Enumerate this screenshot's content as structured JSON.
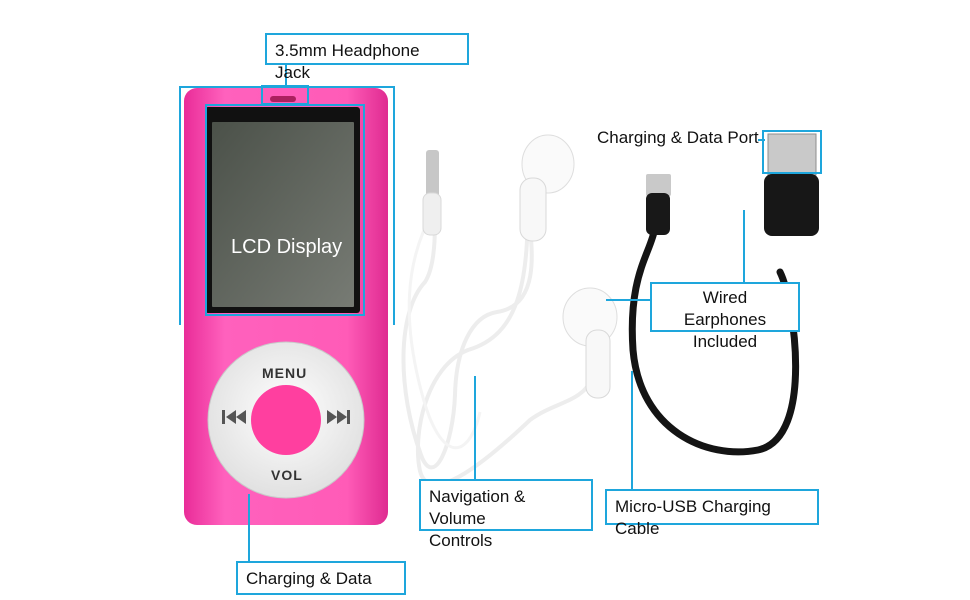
{
  "labels": {
    "headphone_jack": "3.5mm Headphone Jack",
    "lcd_display": "LCD Display",
    "charging_port": "Charging & Data Port",
    "wired_earphones_line1": "Wired Earphones",
    "wired_earphones_line2": "Included",
    "navigation_line1": "Navigation & Volume",
    "navigation_line2": "Controls",
    "micro_usb": "Micro-USB Charging Cable",
    "charging_data": "Charging & Data"
  },
  "player": {
    "menu": "MENU",
    "vol": "VOL",
    "prev_icon": "previous-track-icon",
    "next_icon": "next-track-icon",
    "body_color": "#ef3fa8",
    "center_button_color": "#ff3f9f"
  },
  "colors": {
    "callout": "#1ea6dc",
    "cable": "#111111",
    "earphones": "#f6f6f6"
  }
}
